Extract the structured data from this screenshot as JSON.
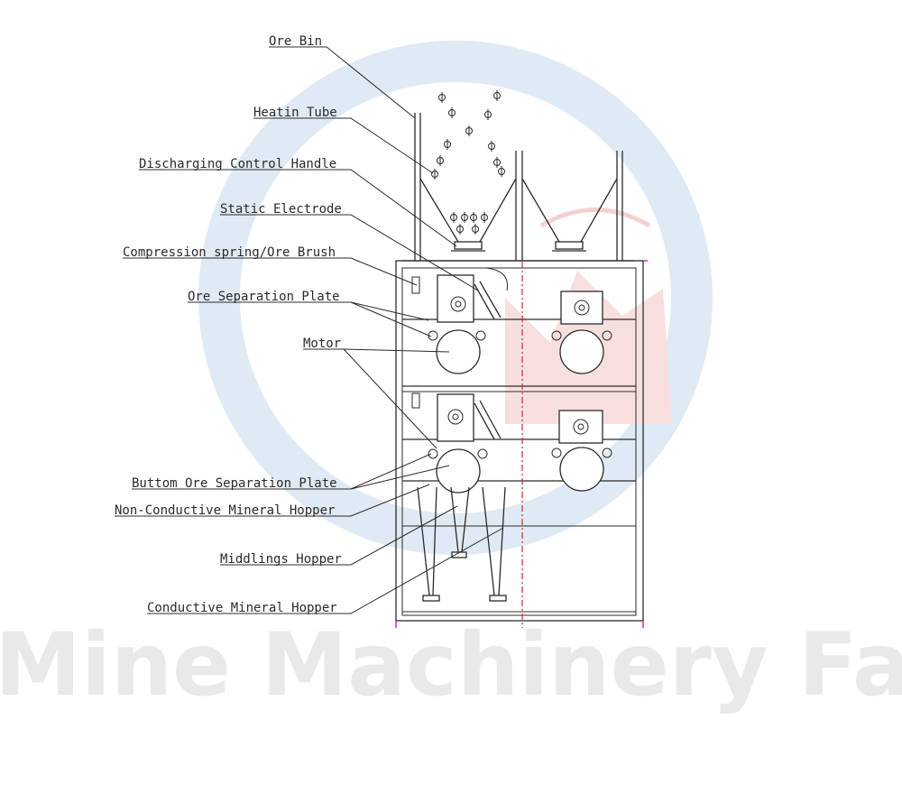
{
  "labels": [
    {
      "id": "ore-bin",
      "text": "Ore Bin"
    },
    {
      "id": "heating-tube",
      "text": "Heatin Tube"
    },
    {
      "id": "discharging-control-handle",
      "text": "Discharging Control Handle"
    },
    {
      "id": "static-electrode",
      "text": "Static Electrode"
    },
    {
      "id": "compression-spring",
      "text": "Compression spring/Ore Brush"
    },
    {
      "id": "ore-separation-plate",
      "text": "Ore Separation Plate"
    },
    {
      "id": "motor",
      "text": "Motor"
    },
    {
      "id": "bottom-ore-separation-plate",
      "text": "Buttom Ore Separation Plate"
    },
    {
      "id": "non-conductive-hopper",
      "text": "Non-Conductive Mineral Hopper"
    },
    {
      "id": "middlings-hopper",
      "text": "Middlings Hopper"
    },
    {
      "id": "conductive-hopper",
      "text": "Conductive Mineral Hopper"
    }
  ],
  "watermark": "JXSC Mine Machinery Factory",
  "colors": {
    "line": "#2b2b2b",
    "centerline": "#e0202a",
    "edge_marker": "#d020d0",
    "logo_blue": "#dbe8f3",
    "logo_red": "#f8dcdc",
    "watermark": "#e9e9e9"
  }
}
